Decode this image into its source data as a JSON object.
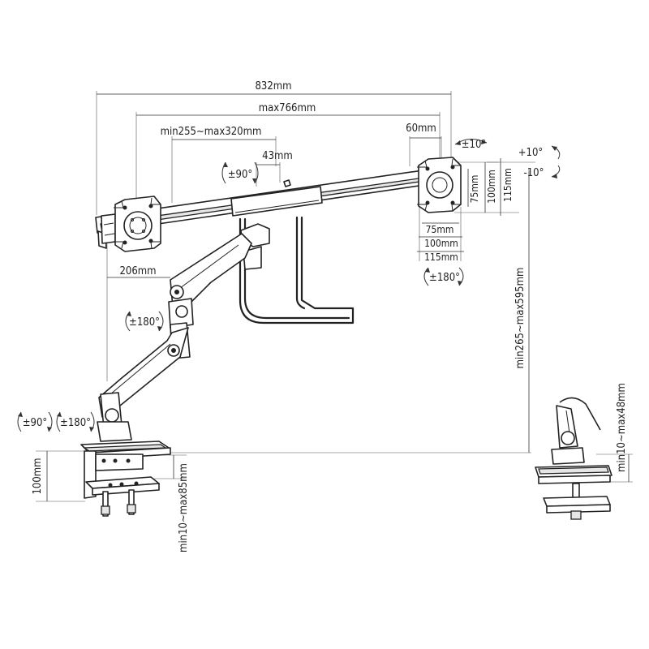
{
  "dimensions": {
    "overall_width": "832mm",
    "max_width": "max766mm",
    "arm_range": "min255~max320mm",
    "center_offset": "43mm",
    "plate_offset": "60mm",
    "rail_to_pole": "206mm",
    "vesa_h_75": "75mm",
    "vesa_h_100": "100mm",
    "vesa_h_115": "115mm",
    "vesa_v_75": "75mm",
    "vesa_v_100": "100mm",
    "vesa_v_115": "115mm",
    "height_range": "min265~max595mm",
    "clamp_height": "100mm",
    "desk_range": "min10~max85mm",
    "grommet_range": "min10~max48mm"
  },
  "rotations": {
    "tilt_top": "±10°",
    "tilt_up": "+10°",
    "tilt_down": "-10°",
    "rotate_plate": "±90°",
    "swivel_plate": "±180°",
    "swivel_elbow": "±180°",
    "rotate_base": "±90°",
    "swivel_base": "±180°"
  }
}
